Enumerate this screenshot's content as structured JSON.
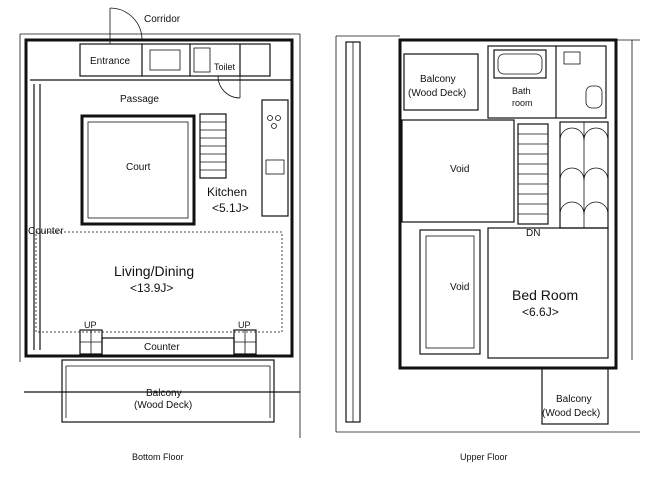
{
  "bottom_floor": {
    "caption": "Bottom Floor",
    "rooms": {
      "corridor": "Corridor",
      "entrance": "Entrance",
      "toilet": "Toilet",
      "passage": "Passage",
      "court": "Court",
      "kitchen": "Kitchen",
      "kitchen_area": "<5.1J>",
      "counter_left": "Counter",
      "living_dining": "Living/Dining",
      "living_dining_area": "<13.9J>",
      "up_left": "UP",
      "up_right": "UP",
      "counter_bottom": "Counter",
      "balcony": "Balcony",
      "balcony_sub": "(Wood Deck)"
    }
  },
  "upper_floor": {
    "caption": "Upper Floor",
    "rooms": {
      "balcony_top": "Balcony",
      "balcony_top_sub": "(Wood Deck)",
      "bath": "Bath",
      "bath_room": "room",
      "void_top": "Void",
      "dn": "DN",
      "void_bottom": "Void",
      "bed_room": "Bed Room",
      "bed_room_area": "<6.6J>",
      "balcony_bottom": "Balcony",
      "balcony_bottom_sub": "(Wood Deck)"
    }
  }
}
